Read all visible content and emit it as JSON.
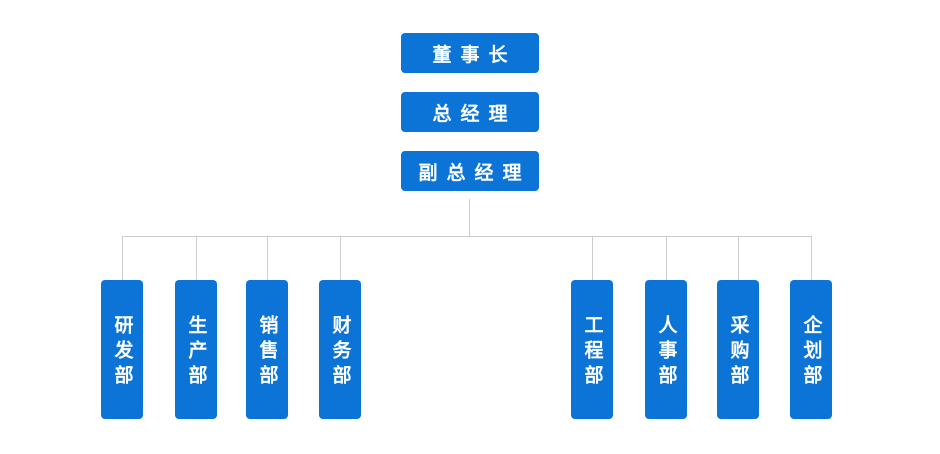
{
  "chain": [
    {
      "label": "董事长"
    },
    {
      "label": "总经理"
    },
    {
      "label": "副总经理"
    }
  ],
  "departments": [
    {
      "label": "研发部"
    },
    {
      "label": "生产部"
    },
    {
      "label": "销售部"
    },
    {
      "label": "财务部"
    },
    {
      "label": "工程部"
    },
    {
      "label": "人事部"
    },
    {
      "label": "采购部"
    },
    {
      "label": "企划部"
    }
  ],
  "colors": {
    "node_fill": "#0c74d6",
    "node_text": "#ffffff",
    "connector": "#cccccc",
    "canvas_bg": "#ffffff"
  }
}
